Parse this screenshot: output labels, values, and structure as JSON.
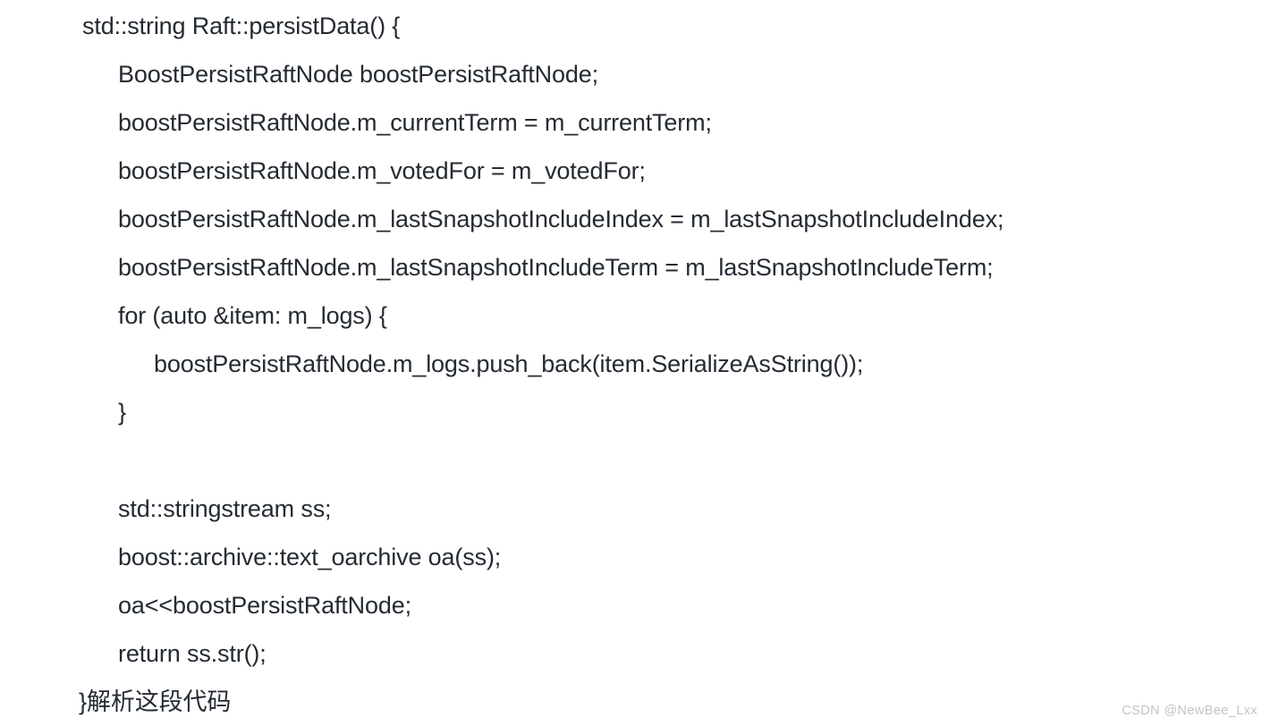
{
  "document": {
    "background_color": "#ffffff",
    "text_color": "#252b33",
    "language": "cpp",
    "code_lines": [
      {
        "indent": 0,
        "text": "std::string Raft::persistData() {"
      },
      {
        "indent": 1,
        "text": "BoostPersistRaftNode boostPersistRaftNode;"
      },
      {
        "indent": 1,
        "text": "boostPersistRaftNode.m_currentTerm = m_currentTerm;"
      },
      {
        "indent": 1,
        "text": "boostPersistRaftNode.m_votedFor = m_votedFor;"
      },
      {
        "indent": 1,
        "text": "boostPersistRaftNode.m_lastSnapshotIncludeIndex = m_lastSnapshotIncludeIndex;"
      },
      {
        "indent": 1,
        "text": "boostPersistRaftNode.m_lastSnapshotIncludeTerm = m_lastSnapshotIncludeTerm;"
      },
      {
        "indent": 1,
        "text": "for (auto &item: m_logs) {"
      },
      {
        "indent": 2,
        "text": "boostPersistRaftNode.m_logs.push_back(item.SerializeAsString());"
      },
      {
        "indent": 1,
        "text": "}"
      },
      {
        "indent": 0,
        "text": ""
      },
      {
        "indent": 1,
        "text": "std::stringstream ss;"
      },
      {
        "indent": 1,
        "text": "boost::archive::text_oarchive oa(ss);"
      },
      {
        "indent": 1,
        "text": "oa<<boostPersistRaftNode;"
      },
      {
        "indent": 1,
        "text": "return ss.str();"
      }
    ],
    "prompt_line": "}解析这段代码",
    "watermark": "CSDN @NewBee_Lxx",
    "watermark_color": "#c4c4c4"
  }
}
